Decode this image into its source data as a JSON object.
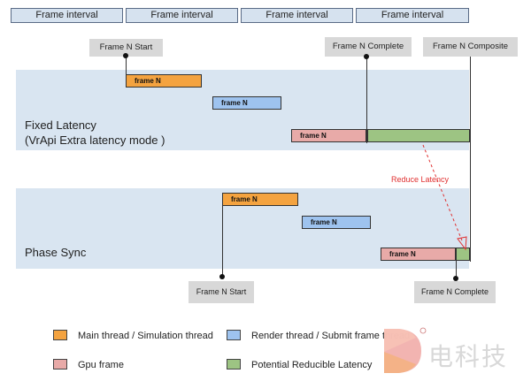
{
  "intervals": [
    "Frame interval",
    "Frame interval",
    "Frame interval",
    "Frame interval"
  ],
  "markers": {
    "top_start": "Frame N Start",
    "top_complete": "Frame N Complete",
    "top_composite": "Frame N Composite",
    "bottom_start": "Frame N Start",
    "bottom_complete": "Frame N Complete"
  },
  "fixed_latency": {
    "title_line1": "Fixed Latency",
    "title_line2": "(VrApi Extra latency mode )",
    "main_bar": "frame N",
    "render_bar": "frame N",
    "gpu_bar": "frame N"
  },
  "phase_sync": {
    "title": "Phase Sync",
    "main_bar": "frame N",
    "render_bar": "frame N",
    "gpu_bar": "frame N"
  },
  "reduce_latency": "Reduce Latency",
  "legend": {
    "main_thread": "Main thread / Simulation thread",
    "render_thread": "Render thread / Submit frame thread",
    "gpu_frame": "Gpu frame",
    "potential": "Potential Reducible  Latency"
  },
  "watermark": "电科技",
  "colors": {
    "main": "#f4a340",
    "render": "#9ec3ef",
    "gpu": "#e8aaa8",
    "potential": "#9dc483",
    "reduce_arrow": "#e03030"
  }
}
